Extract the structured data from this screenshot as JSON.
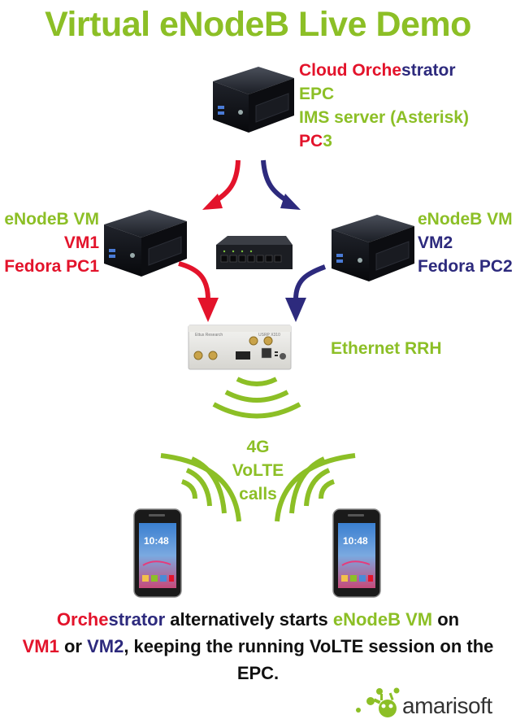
{
  "title": "Virtual eNodeB Live Demo",
  "orchestrator_node": {
    "line1_part1": "Cloud ",
    "line1_part2": "Orche",
    "line1_part3": "strator",
    "epc": "EPC",
    "ims": "IMS server (Asterisk)",
    "pc_part1": "PC",
    "pc_part2": "3"
  },
  "vm1_node": {
    "enodeb": "eNodeB VM",
    "vm": "VM1",
    "host": "Fedora PC1"
  },
  "vm2_node": {
    "enodeb": "eNodeB VM",
    "vm": "VM2",
    "host": "Fedora PC2"
  },
  "rrh": {
    "label": "Ethernet RRH",
    "device_brand": "Ettus Research",
    "device_model": "USRP X310"
  },
  "radio": {
    "line1": "4G",
    "line2": "VoLTE",
    "line3": "calls"
  },
  "footer": {
    "p1": "Orche",
    "p2": "strator",
    "p3": " alternatively starts ",
    "p4": "eNodeB VM",
    "p5": " on",
    "p6": "VM1",
    "p7": " or ",
    "p8": "VM2",
    "p9": ", keeping the running VoLTE session on the EPC."
  },
  "logo": {
    "text": "amarisoft"
  },
  "colors": {
    "green": "#8cbf26",
    "red": "#e3132b",
    "blue": "#2d2a7d"
  }
}
